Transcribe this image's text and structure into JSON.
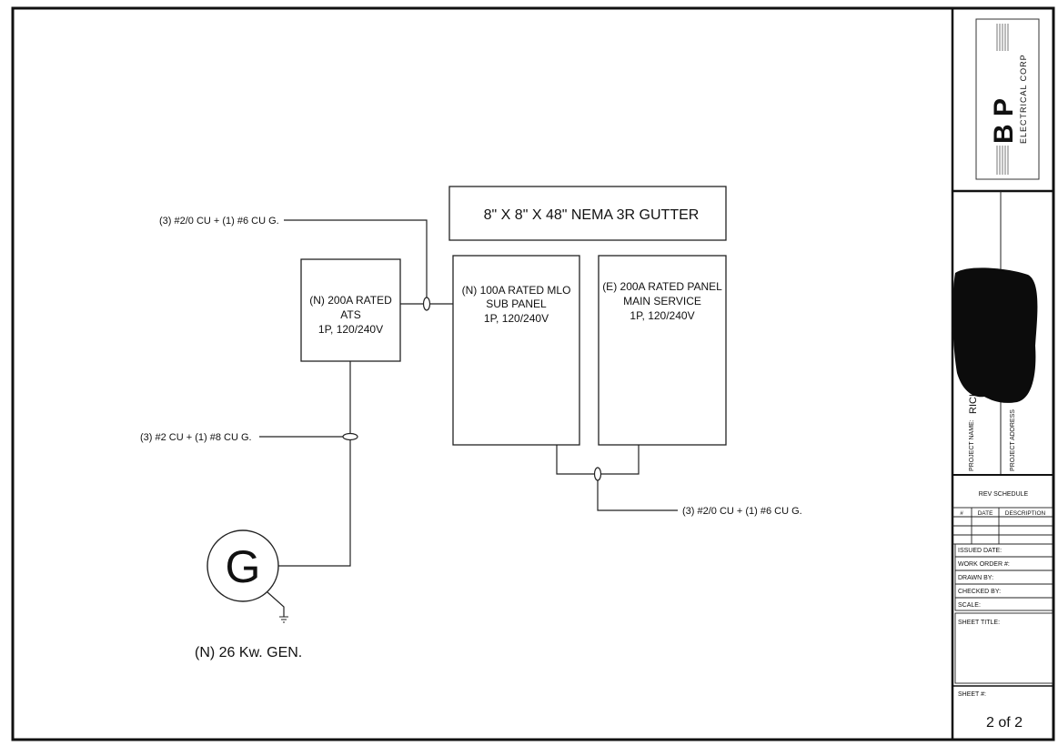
{
  "diagram": {
    "gutter": {
      "label": "8\" X 8\" X 48\" NEMA 3R GUTTER"
    },
    "ats": {
      "line1": "(N) 200A RATED",
      "line2": "ATS",
      "line3": "1P, 120/240V"
    },
    "sub_panel": {
      "line1": "(N) 100A RATED MLO",
      "line2": "SUB PANEL",
      "line3": "1P, 120/240V"
    },
    "main_panel": {
      "line1": "(E) 200A RATED PANEL",
      "line2": "MAIN SERVICE",
      "line3": "1P, 120/240V"
    },
    "feeder_top": "(3) #2/0 CU + (1) #6 CU G.",
    "feeder_gen": "(3) #2 CU + (1) #8 CU G.",
    "feeder_main": "(3) #2/0 CU + (1) #6 CU G.",
    "generator": {
      "symbol": "G",
      "label": "(N) 26 Kw. GEN."
    }
  },
  "title_block": {
    "logo": {
      "brand": "B P",
      "subtitle": "ELECTRICAL CORP"
    },
    "project_name_label": "PROJECT NAME:",
    "project_name_value": "RICHARDSON",
    "project_address_label": "PROJECT ADDRESS",
    "rev_schedule": {
      "title": "REV SCHEDULE",
      "headers": [
        "#",
        "DATE",
        "DESCRIPTION"
      ]
    },
    "fields": [
      "ISSUED DATE:",
      "WORK ORDER #:",
      "DRAWN BY:",
      "CHECKED BY:",
      "SCALE:"
    ],
    "sheet_title_label": "SHEET TITLE:",
    "sheet_number_label": "SHEET #:",
    "sheet_number_value": "2 of 2"
  }
}
